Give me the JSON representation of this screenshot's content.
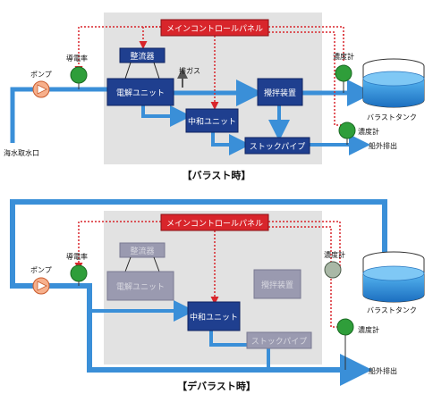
{
  "panels": [
    {
      "caption": "【バラスト時】",
      "control_panel": "メインコントロールパネル",
      "rectifier": "整流器",
      "exhaust": "排ガス",
      "electrolysis": "電解ユニット",
      "mixer": "攪拌装置",
      "neutralizer": "中和ユニット",
      "stockpipe": "ストックパイプ",
      "pump": "ポンプ",
      "conductivity": "導電率",
      "conc_top": "濃度計",
      "conc_bottom": "濃度計",
      "tank": "バラストタンク",
      "intake": "海水取水口",
      "discharge": "船外排出"
    },
    {
      "caption": "【デバラスト時】",
      "control_panel": "メインコントロールパネル",
      "rectifier": "整流器",
      "electrolysis": "電解ユニット",
      "mixer": "攪拌装置",
      "neutralizer": "中和ユニット",
      "stockpipe": "ストックパイプ",
      "pump": "ポンプ",
      "conductivity": "導電率",
      "conc_top": "濃度計",
      "conc_bottom": "濃度計",
      "tank": "バラストタンク",
      "discharge": "船外排出"
    }
  ],
  "colors": {
    "pipe": "#3a8fd8",
    "unit_box": "#1f3f8f",
    "unit_box_dim": "#9a9ab0",
    "control_panel": "#d8252b",
    "signal_line": "#d8252b",
    "sensor": "#2f9e3a",
    "sensor_dim": "#a9b8a6",
    "pump": "#f08a5a",
    "background_area": "#e2e2e2"
  }
}
